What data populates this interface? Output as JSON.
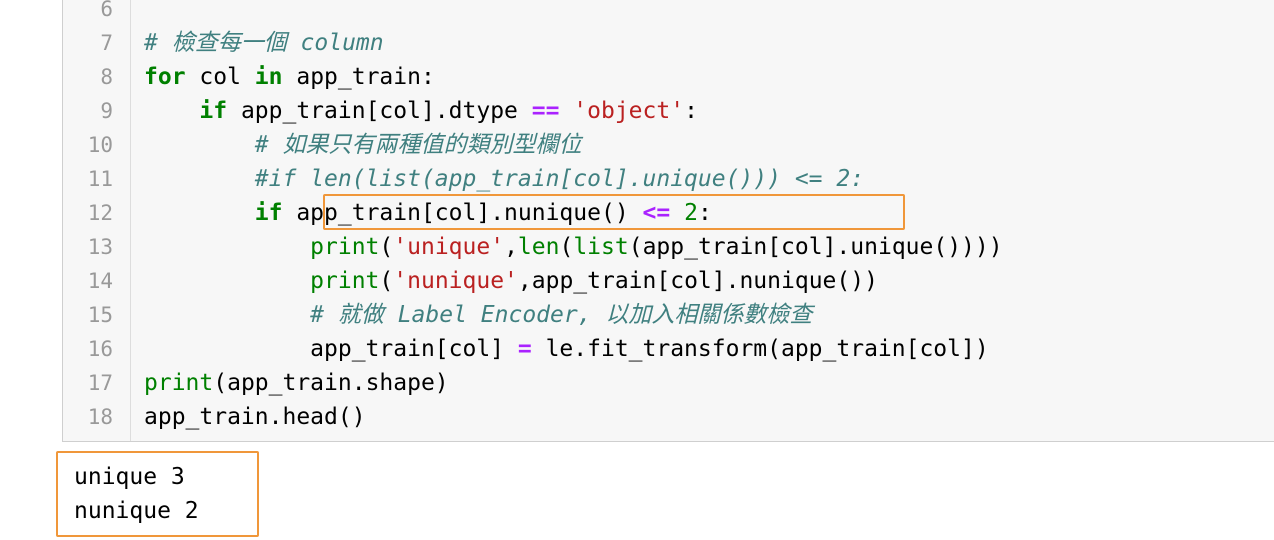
{
  "code_cell": {
    "lines": [
      {
        "no": "6",
        "tokens": []
      },
      {
        "no": "7",
        "tokens": [
          {
            "t": "cm",
            "v": "# 檢查每一個 column"
          }
        ]
      },
      {
        "no": "8",
        "tokens": [
          {
            "t": "kw",
            "v": "for"
          },
          {
            "t": "plain",
            "v": " col "
          },
          {
            "t": "kw",
            "v": "in"
          },
          {
            "t": "plain",
            "v": " app_train:"
          }
        ]
      },
      {
        "no": "9",
        "tokens": [
          {
            "t": "plain",
            "v": "    "
          },
          {
            "t": "kw",
            "v": "if"
          },
          {
            "t": "plain",
            "v": " app_train[col].dtype "
          },
          {
            "t": "op",
            "v": "=="
          },
          {
            "t": "plain",
            "v": " "
          },
          {
            "t": "str",
            "v": "'object'"
          },
          {
            "t": "plain",
            "v": ":"
          }
        ]
      },
      {
        "no": "10",
        "tokens": [
          {
            "t": "plain",
            "v": "        "
          },
          {
            "t": "cm",
            "v": "# 如果只有兩種值的類別型欄位"
          }
        ]
      },
      {
        "no": "11",
        "tokens": [
          {
            "t": "plain",
            "v": "        "
          },
          {
            "t": "cm",
            "v": "#if len(list(app_train[col].unique())) <= 2:"
          }
        ]
      },
      {
        "no": "12",
        "tokens": [
          {
            "t": "plain",
            "v": "        "
          },
          {
            "t": "kw",
            "v": "if"
          },
          {
            "t": "plain",
            "v": " app_train[col].nunique() "
          },
          {
            "t": "op",
            "v": "<="
          },
          {
            "t": "plain",
            "v": " "
          },
          {
            "t": "bi",
            "v": "2"
          },
          {
            "t": "plain",
            "v": ":"
          }
        ]
      },
      {
        "no": "13",
        "tokens": [
          {
            "t": "plain",
            "v": "            "
          },
          {
            "t": "bi",
            "v": "print"
          },
          {
            "t": "plain",
            "v": "("
          },
          {
            "t": "str",
            "v": "'unique'"
          },
          {
            "t": "plain",
            "v": ","
          },
          {
            "t": "bi",
            "v": "len"
          },
          {
            "t": "plain",
            "v": "("
          },
          {
            "t": "bi",
            "v": "list"
          },
          {
            "t": "plain",
            "v": "(app_train[col].unique())))"
          }
        ]
      },
      {
        "no": "14",
        "tokens": [
          {
            "t": "plain",
            "v": "            "
          },
          {
            "t": "bi",
            "v": "print"
          },
          {
            "t": "plain",
            "v": "("
          },
          {
            "t": "str",
            "v": "'nunique'"
          },
          {
            "t": "plain",
            "v": ",app_train[col].nunique())"
          }
        ]
      },
      {
        "no": "15",
        "tokens": [
          {
            "t": "plain",
            "v": "            "
          },
          {
            "t": "cm",
            "v": "# 就做 Label Encoder, 以加入相關係數檢查"
          }
        ]
      },
      {
        "no": "16",
        "tokens": [
          {
            "t": "plain",
            "v": "            app_train[col] "
          },
          {
            "t": "op",
            "v": "="
          },
          {
            "t": "plain",
            "v": " le.fit_transform(app_train[col])"
          }
        ]
      },
      {
        "no": "17",
        "tokens": [
          {
            "t": "bi",
            "v": "print"
          },
          {
            "t": "plain",
            "v": "(app_train.shape)"
          }
        ]
      },
      {
        "no": "18",
        "tokens": [
          {
            "t": "plain",
            "v": "app_train.head()"
          }
        ]
      }
    ]
  },
  "output": {
    "lines": [
      "unique 3",
      "nunique 2"
    ]
  },
  "colors": {
    "highlight_border": "#f0973a",
    "keyword": "#008000",
    "operator": "#aa22ff",
    "string": "#ba2121",
    "comment": "#408080"
  }
}
